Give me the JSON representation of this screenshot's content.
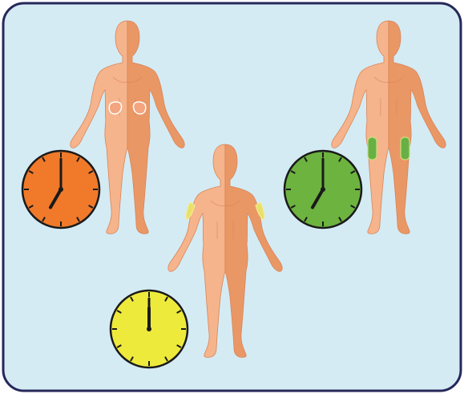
{
  "colors": {
    "background": "#d4ebf4",
    "border": "#26285a",
    "skin_light": "#f6b48c",
    "skin_dark": "#ea9766",
    "skin_outline": "#d98457",
    "clock_hands": "#1a1a1a",
    "site_abdomen": "#f2a57f",
    "site_arm": "#e8e06a",
    "site_thigh": "#68b046"
  },
  "figures": [
    {
      "id": "figure-abdomen",
      "injection_site": "abdomen",
      "clock": {
        "face_color": "#f07a2a",
        "hour": 7,
        "minute": 0
      }
    },
    {
      "id": "figure-thigh",
      "injection_site": "thigh",
      "clock": {
        "face_color": "#6db33f",
        "hour": 7,
        "minute": 0
      }
    },
    {
      "id": "figure-upper-arm",
      "injection_site": "upper-arm",
      "clock": {
        "face_color": "#eeea3c",
        "hour": 12,
        "minute": 0
      }
    }
  ]
}
